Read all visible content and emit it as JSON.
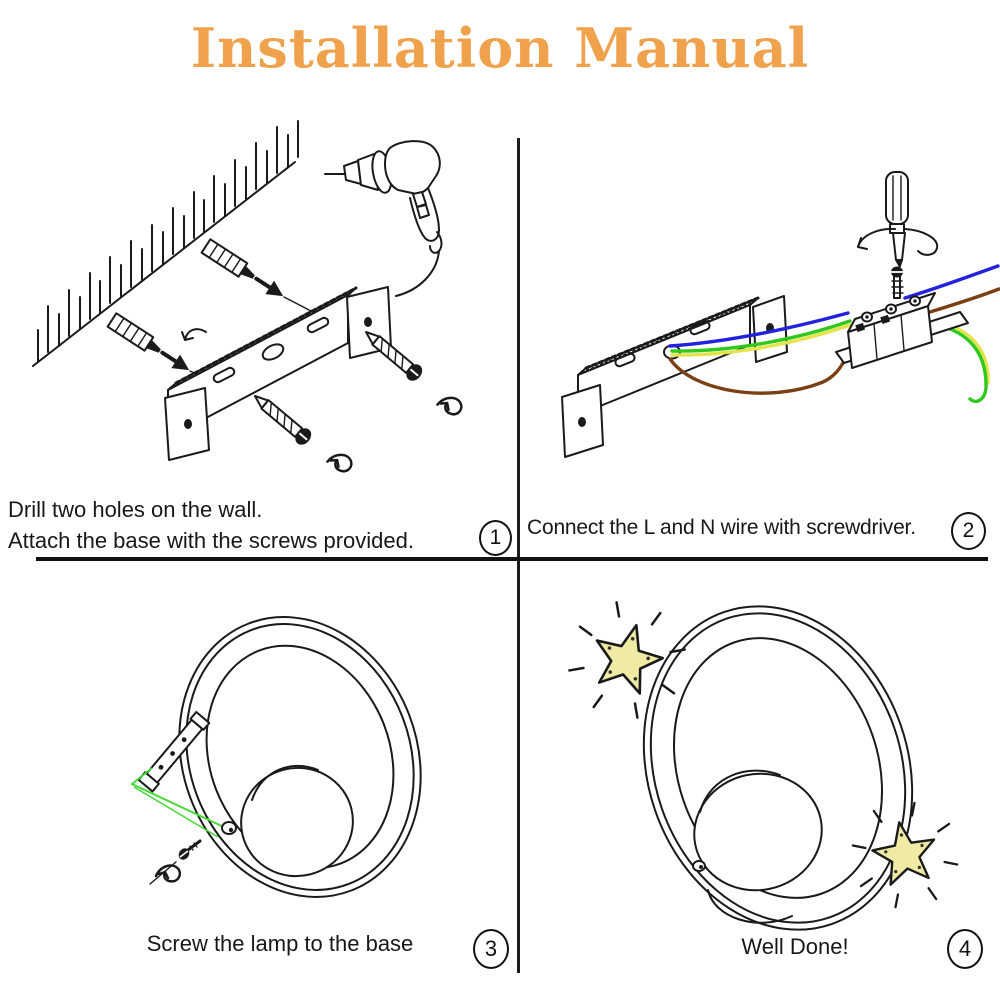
{
  "title": {
    "text": "Installation Manual"
  },
  "colors": {
    "title_orange": "#EFA14C",
    "ink": "#1A1A1A",
    "wire_blue": "#2222DD",
    "wire_green": "#2FC81E",
    "wire_yellow": "#E3E34A",
    "wire_brown": "#7B3F14",
    "guide_green": "#46D836",
    "star_fill": "#EFEBA5"
  },
  "panels": [
    {
      "step": "1",
      "caption_lines": [
        "Drill two holes on the wall.",
        "Attach the base with the screws provided."
      ]
    },
    {
      "step": "2",
      "caption": "Connect the L and N wire with screwdriver."
    },
    {
      "step": "3",
      "caption": "Screw the lamp to the base"
    },
    {
      "step": "4",
      "caption": "Well Done!"
    }
  ]
}
